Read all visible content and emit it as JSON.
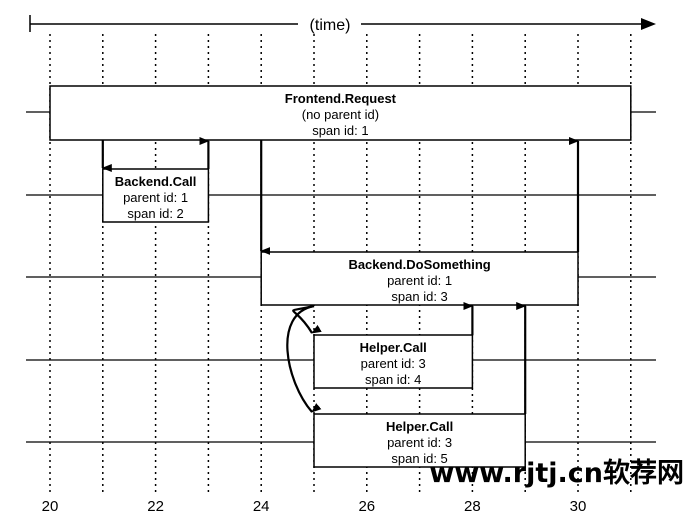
{
  "axis": {
    "label": "(time)",
    "ticks": [
      20,
      21,
      22,
      23,
      24,
      25,
      26,
      27,
      28,
      29,
      30,
      31
    ],
    "tick_labels": [
      "20",
      "22",
      "24",
      "26",
      "28",
      "30"
    ],
    "tick_label_values": [
      20,
      22,
      24,
      26,
      28,
      30
    ]
  },
  "spans": [
    {
      "name": "Frontend.Request",
      "line2": "(no parent id)",
      "line3": "span id: 1",
      "start": 20,
      "end": 31,
      "lane": 0
    },
    {
      "name": "Backend.Call",
      "line2": "parent id: 1",
      "line3": "span id: 2",
      "start": 21,
      "end": 23,
      "lane": 1
    },
    {
      "name": "Backend.DoSomething",
      "line2": "parent id: 1",
      "line3": "span id: 3",
      "start": 24,
      "end": 30,
      "lane": 2
    },
    {
      "name": "Helper.Call",
      "line2": "parent id: 3",
      "line3": "span id: 4",
      "start": 25,
      "end": 28,
      "lane": 3
    },
    {
      "name": "Helper.Call",
      "line2": "parent id: 3",
      "line3": "span id: 5",
      "start": 25,
      "end": 29,
      "lane": 4
    }
  ],
  "calls": [
    {
      "from_span": 1,
      "to_span": 2,
      "at": 21,
      "kind": "call"
    },
    {
      "from_span": 2,
      "to_span": 1,
      "at": 23,
      "kind": "return"
    },
    {
      "from_span": 1,
      "to_span": 3,
      "at": 24,
      "kind": "call"
    },
    {
      "from_span": 3,
      "to_span": 1,
      "at": 30,
      "kind": "return"
    },
    {
      "from_span": 3,
      "to_span": 4,
      "at": 25,
      "kind": "call-curved"
    },
    {
      "from_span": 4,
      "to_span": 3,
      "at": 28,
      "kind": "return"
    },
    {
      "from_span": 3,
      "to_span": 5,
      "at": 25,
      "kind": "call-curved"
    },
    {
      "from_span": 5,
      "to_span": 3,
      "at": 29,
      "kind": "return"
    }
  ],
  "watermark": "www.rjtj.cn软荐网"
}
